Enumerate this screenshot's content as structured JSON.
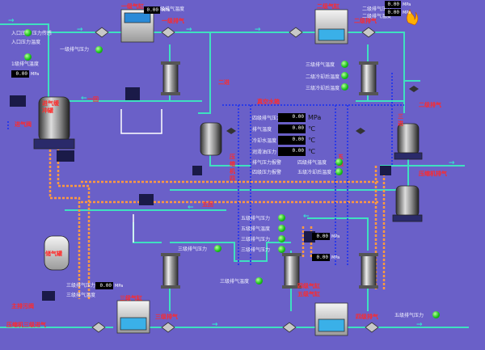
{
  "labels": {
    "stage1_cylinder": "一级气缸",
    "stage1_exhaust": "一级排气",
    "stage2_cylinder": "二级气缸",
    "stage2_exhaust": "二级排气",
    "stage3_cylinder": "三级气缸",
    "stage3_exhaust": "三级排气",
    "stage4_cylinder": "四级气缸",
    "stage4_exhaust": "四级排气",
    "stage5_cylinder": "五级气缸",
    "stage1_ret": "一回",
    "stage5_ret": "五回",
    "stage2_intake": "二进",
    "stage3_intake": "三进",
    "stage5_intake": "五进",
    "stage4_compressor": "压缩机四",
    "compressor_exhaust": "压缩机排气",
    "compressor_3rd_intake": "压缩机三级进气",
    "intake_buffer": "进气缓冲罐",
    "intake_gas": "进气阀",
    "main_valve": "主排污阀",
    "vacuum_water": "真空水箱",
    "air_tank": "储气罐",
    "buffer_tank": "储气罐",
    "lbl_1": "入口压力 压力传感",
    "lbl_2": "入口压力温度",
    "lbl_3": "一级排气压力",
    "lbl_4": "二级排气温度",
    "lbl_5": "1级排气温度",
    "lbl_6": "二级排气压力",
    "lbl_7": "二级排气温度",
    "lbl_8": "三级排气温度",
    "lbl_9": "二级冷却后温度",
    "lbl_10": "三级冷却后温度",
    "lbl_11": "四级排气压力",
    "lbl_12": "排气温度",
    "lbl_13": "冷却水温度",
    "lbl_14": "润滑油压力",
    "lbl_15": "四级排气温度",
    "lbl_16": "五级排气压力",
    "lbl_17": "五级排气温度",
    "lbl_18": "三级排气压力",
    "lbl_19": "三级排气压力",
    "lbl_20": "三级排气压力",
    "lbl_21": "三级排气温度",
    "lbl_22": "五级冷却后温度",
    "lbl_23": "排气压力报警",
    "lbl_24": "四级压力报警"
  },
  "readings": {
    "top_p1": {
      "value": "0.00",
      "unit": "MPa"
    },
    "top_p2": {
      "value": "0.00",
      "unit": "MPa"
    },
    "top_p3": {
      "value": "0.00",
      "unit": "MPa"
    },
    "inlet_p": {
      "value": "0.00",
      "unit": "MPa"
    },
    "center_p": {
      "value": "0.00",
      "unit": "MPa"
    },
    "center_t1": {
      "value": "0.00",
      "unit": "℃"
    },
    "center_t2": {
      "value": "0.00",
      "unit": "℃"
    },
    "center_t3": {
      "value": "0.00",
      "unit": "℃"
    },
    "mid_p1": {
      "value": "0.00",
      "unit": "MPa"
    },
    "mid_p2": {
      "value": "0.00",
      "unit": "MPa"
    },
    "bottom_p": {
      "value": "0.00",
      "unit": "MPa"
    }
  },
  "colors": {
    "background": "#6a60c8",
    "pipe_gas": "#3fe0c0",
    "pipe_water": "#ff9a40",
    "pipe_dotted": "#2a3ae8",
    "status_ok": "#1cc41c",
    "label_red": "#ff2a2a"
  }
}
